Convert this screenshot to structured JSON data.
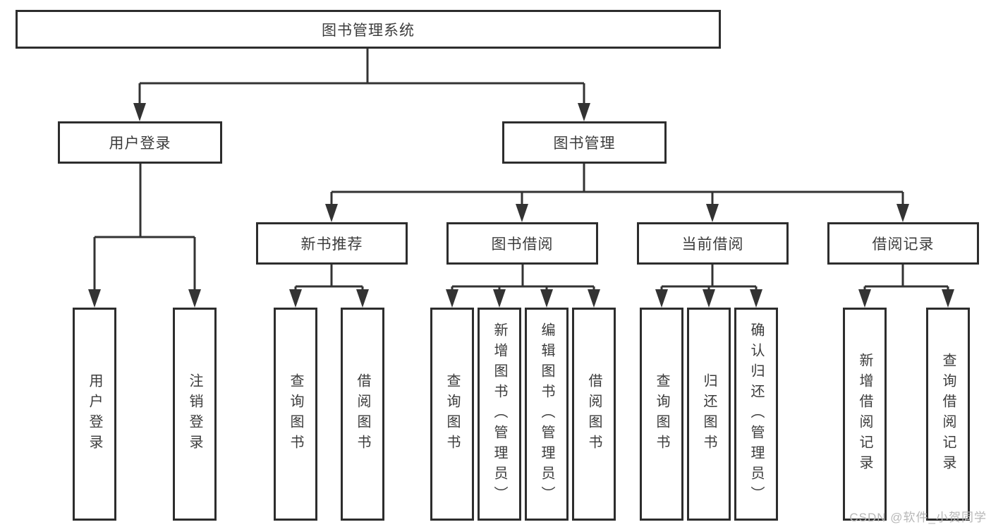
{
  "watermark": "CSDN @软件_小贺同学",
  "colors": {
    "line": "#333333",
    "box_border": "#2d2d2d",
    "box_fill": "#ffffff",
    "text": "#3c3c3c",
    "watermark": "#b7b7b7"
  },
  "tree": {
    "root": "图书管理系统",
    "level2": [
      "用户登录",
      "图书管理"
    ],
    "level3": [
      "新书推荐",
      "图书借阅",
      "当前借阅",
      "借阅记录"
    ],
    "leaves": {
      "user_login": [
        "用户登录",
        "注销登录"
      ],
      "new_book_recommendation": [
        "查询图书",
        "借阅图书"
      ],
      "book_borrowing": [
        "查询图书",
        "新增图书（管理员）",
        "编辑图书（管理员）",
        "借阅图书"
      ],
      "current_borrowing": [
        "查询图书",
        "归还图书",
        "确认归还（管理员）"
      ],
      "borrowing_records": [
        "新增借阅记录",
        "查询借阅记录"
      ]
    }
  }
}
